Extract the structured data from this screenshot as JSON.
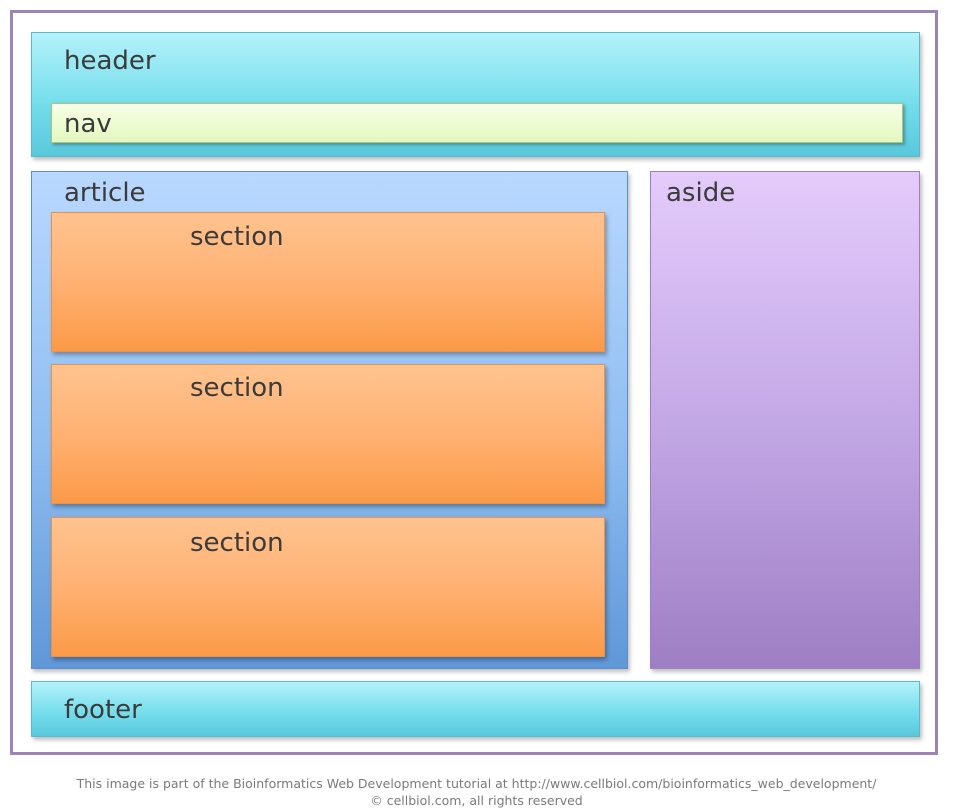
{
  "diagram": {
    "header_label": "header",
    "nav_label": "nav",
    "article_label": "article",
    "aside_label": "aside",
    "sections": [
      {
        "label": "section"
      },
      {
        "label": "section"
      },
      {
        "label": "section"
      }
    ],
    "footer_label": "footer"
  },
  "caption": {
    "line1": "This image is part of the Bioinformatics Web Development tutorial at  http://www.cellbiol.com/bioinformatics_web_development/",
    "line2": "© cellbiol.com, all rights reserved"
  },
  "colors": {
    "frame_border": "#9b85b8",
    "header_fill": "#72dceb",
    "nav_fill": "#e4f8bf",
    "article_fill": "#8ebdf0",
    "aside_fill": "#c3a8e6",
    "section_fill": "#ffb173",
    "footer_fill": "#72dceb"
  }
}
